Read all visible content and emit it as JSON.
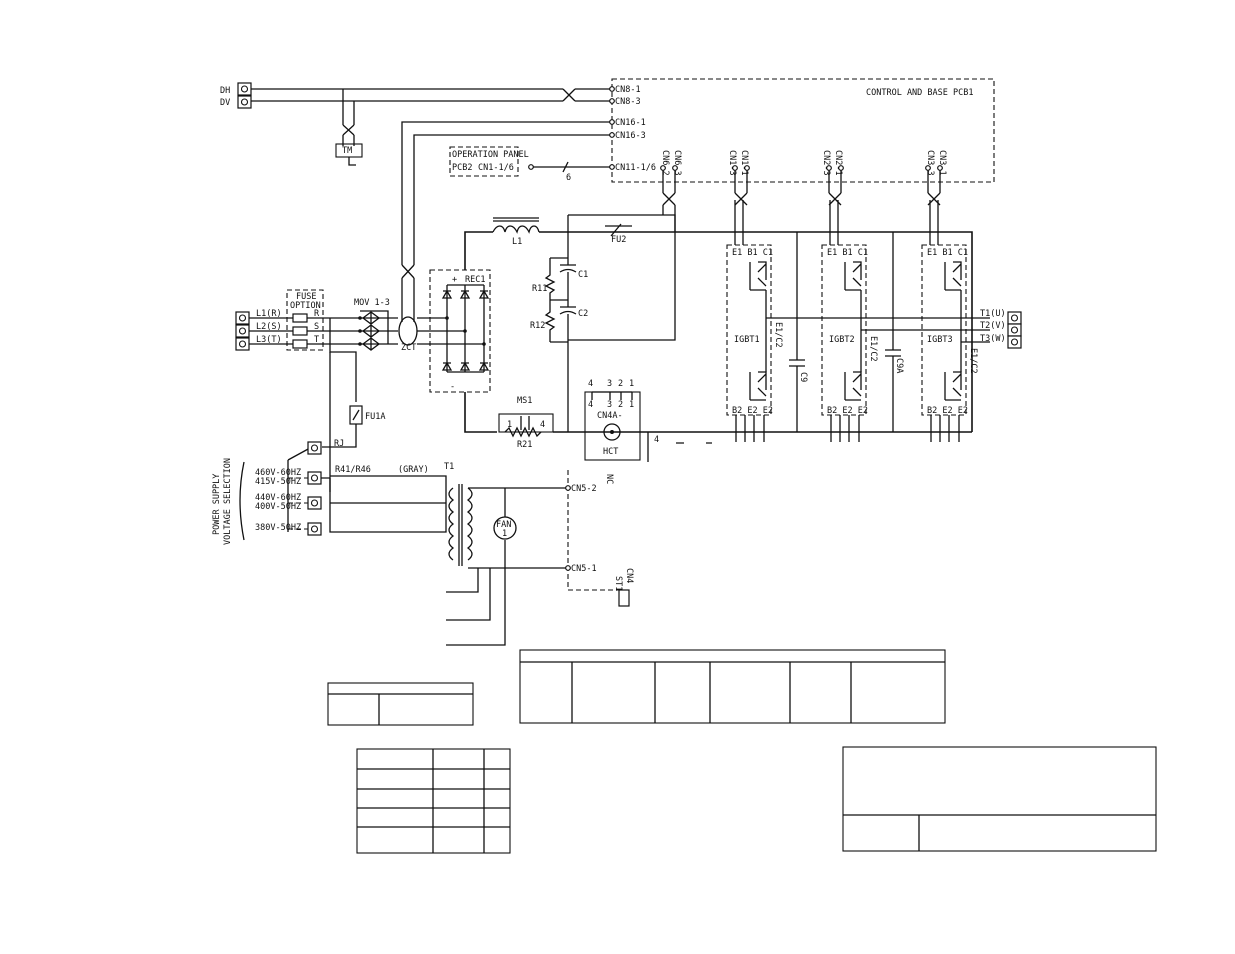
{
  "inputs": {
    "dh": "DH",
    "dv": "DV",
    "l1": "L1(R)",
    "l2": "L2(S)",
    "l3": "L3(T)"
  },
  "outputs": {
    "t1": "T1(U)",
    "t2": "T2(V)",
    "t3": "T3(W)"
  },
  "fuse_option": {
    "line1": "FUSE",
    "line2": "OPTION",
    "r": "R",
    "s": "S",
    "t": "T"
  },
  "components": {
    "tm": "TM",
    "mov": "MOV 1-3",
    "zct": "ZCT",
    "rec": "REC1",
    "plus": "+",
    "minus": "-",
    "l1": "L1",
    "c1": "C1",
    "c2": "C2",
    "r11": "R11",
    "r12": "R12",
    "fu2": "FU2",
    "ms1": "MS1",
    "r21": "R21",
    "ms1_p1": "1",
    "ms1_p4": "4",
    "cn4a": "CN4A-",
    "hct": "HCT",
    "hct_pins_top": [
      "4",
      "3",
      "2",
      "1"
    ],
    "hct_pins_bot": [
      "4",
      "3",
      "2",
      "1"
    ],
    "hct_wire": "4",
    "c9": "C9",
    "c9a": "C9A",
    "fu1a": "FU1A",
    "rj": "RJ",
    "r41": "R41/R46",
    "gray": "(GRAY)",
    "t1": "T1",
    "fan": "FAN",
    "fan_n": "1",
    "nc": "NC",
    "st1": "ST1",
    "cn4": "CN4"
  },
  "pcb": {
    "title": "CONTROL AND BASE PCB1",
    "cn8_1": "CN8-1",
    "cn8_3": "CN8-3",
    "cn16_1": "CN16-1",
    "cn16_3": "CN16-3",
    "cn11": "CN11-1/6",
    "cn6_2": "CN6-2",
    "cn6_3": "CN6-3",
    "cn1_3": "CN1-3",
    "cn1_1": "CN1-1",
    "cn2_3": "CN2-3",
    "cn2_1": "CN2-1",
    "cn3_3": "CN3-3",
    "cn3_1": "CN3-1"
  },
  "op_panel": {
    "title": "OPERATION PANEL",
    "pcb": "PCB2",
    "cn": "CN1-1/6",
    "wire_count": "6"
  },
  "igbt": {
    "names": [
      "IGBT1",
      "IGBT2",
      "IGBT3"
    ],
    "top_pins": "E1 B1 C1",
    "bot_pins": "B2 E2 E2",
    "e1c2": "E1/C2"
  },
  "cn5": {
    "p2": "CN5-2",
    "p1": "CN5-1"
  },
  "power_supply": {
    "title_line1": "POWER SUPPLY",
    "title_line2": "VOLTAGE SELECTION",
    "options": [
      "460V-60HZ",
      "415V-50HZ",
      "440V-60HZ",
      "400V-50HZ",
      "380V-50HZ"
    ]
  }
}
